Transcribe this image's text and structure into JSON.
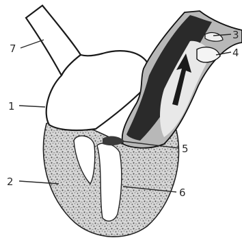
{
  "diagram": {
    "labels": {
      "l1": "1",
      "l2": "2",
      "l3": "3",
      "l4": "4",
      "l5": "5",
      "l6": "6",
      "l7": "7"
    }
  }
}
